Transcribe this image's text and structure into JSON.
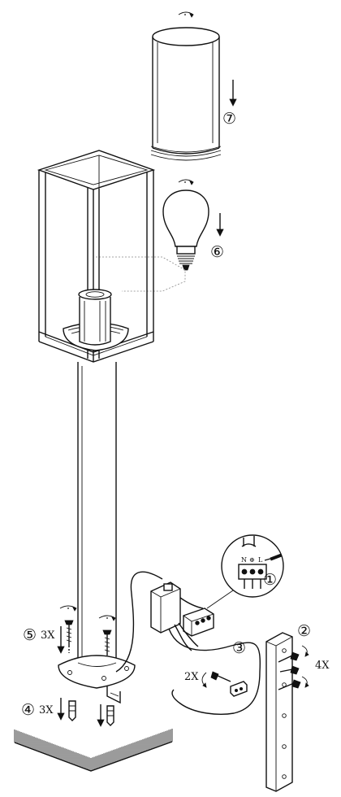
{
  "steps": [
    {
      "number": "①",
      "name": "wiring"
    },
    {
      "number": "②",
      "name": "wall-plate"
    },
    {
      "number": "③",
      "name": "connector-fixing"
    },
    {
      "number": "④",
      "name": "dowels"
    },
    {
      "number": "⑤",
      "name": "screws"
    },
    {
      "number": "⑥",
      "name": "bulb"
    },
    {
      "number": "⑦",
      "name": "glass-cover"
    }
  ],
  "quantities": {
    "plate_screws": "4X",
    "connector_screws": "2X",
    "base_screws": "3X",
    "base_dowels": "3X"
  },
  "terminal_labels": {
    "neutral": "N",
    "earth": "⊕",
    "live": "L"
  },
  "icons": [
    "rotate-arrow-icon",
    "down-arrow-icon",
    "screwdriver-icon"
  ]
}
